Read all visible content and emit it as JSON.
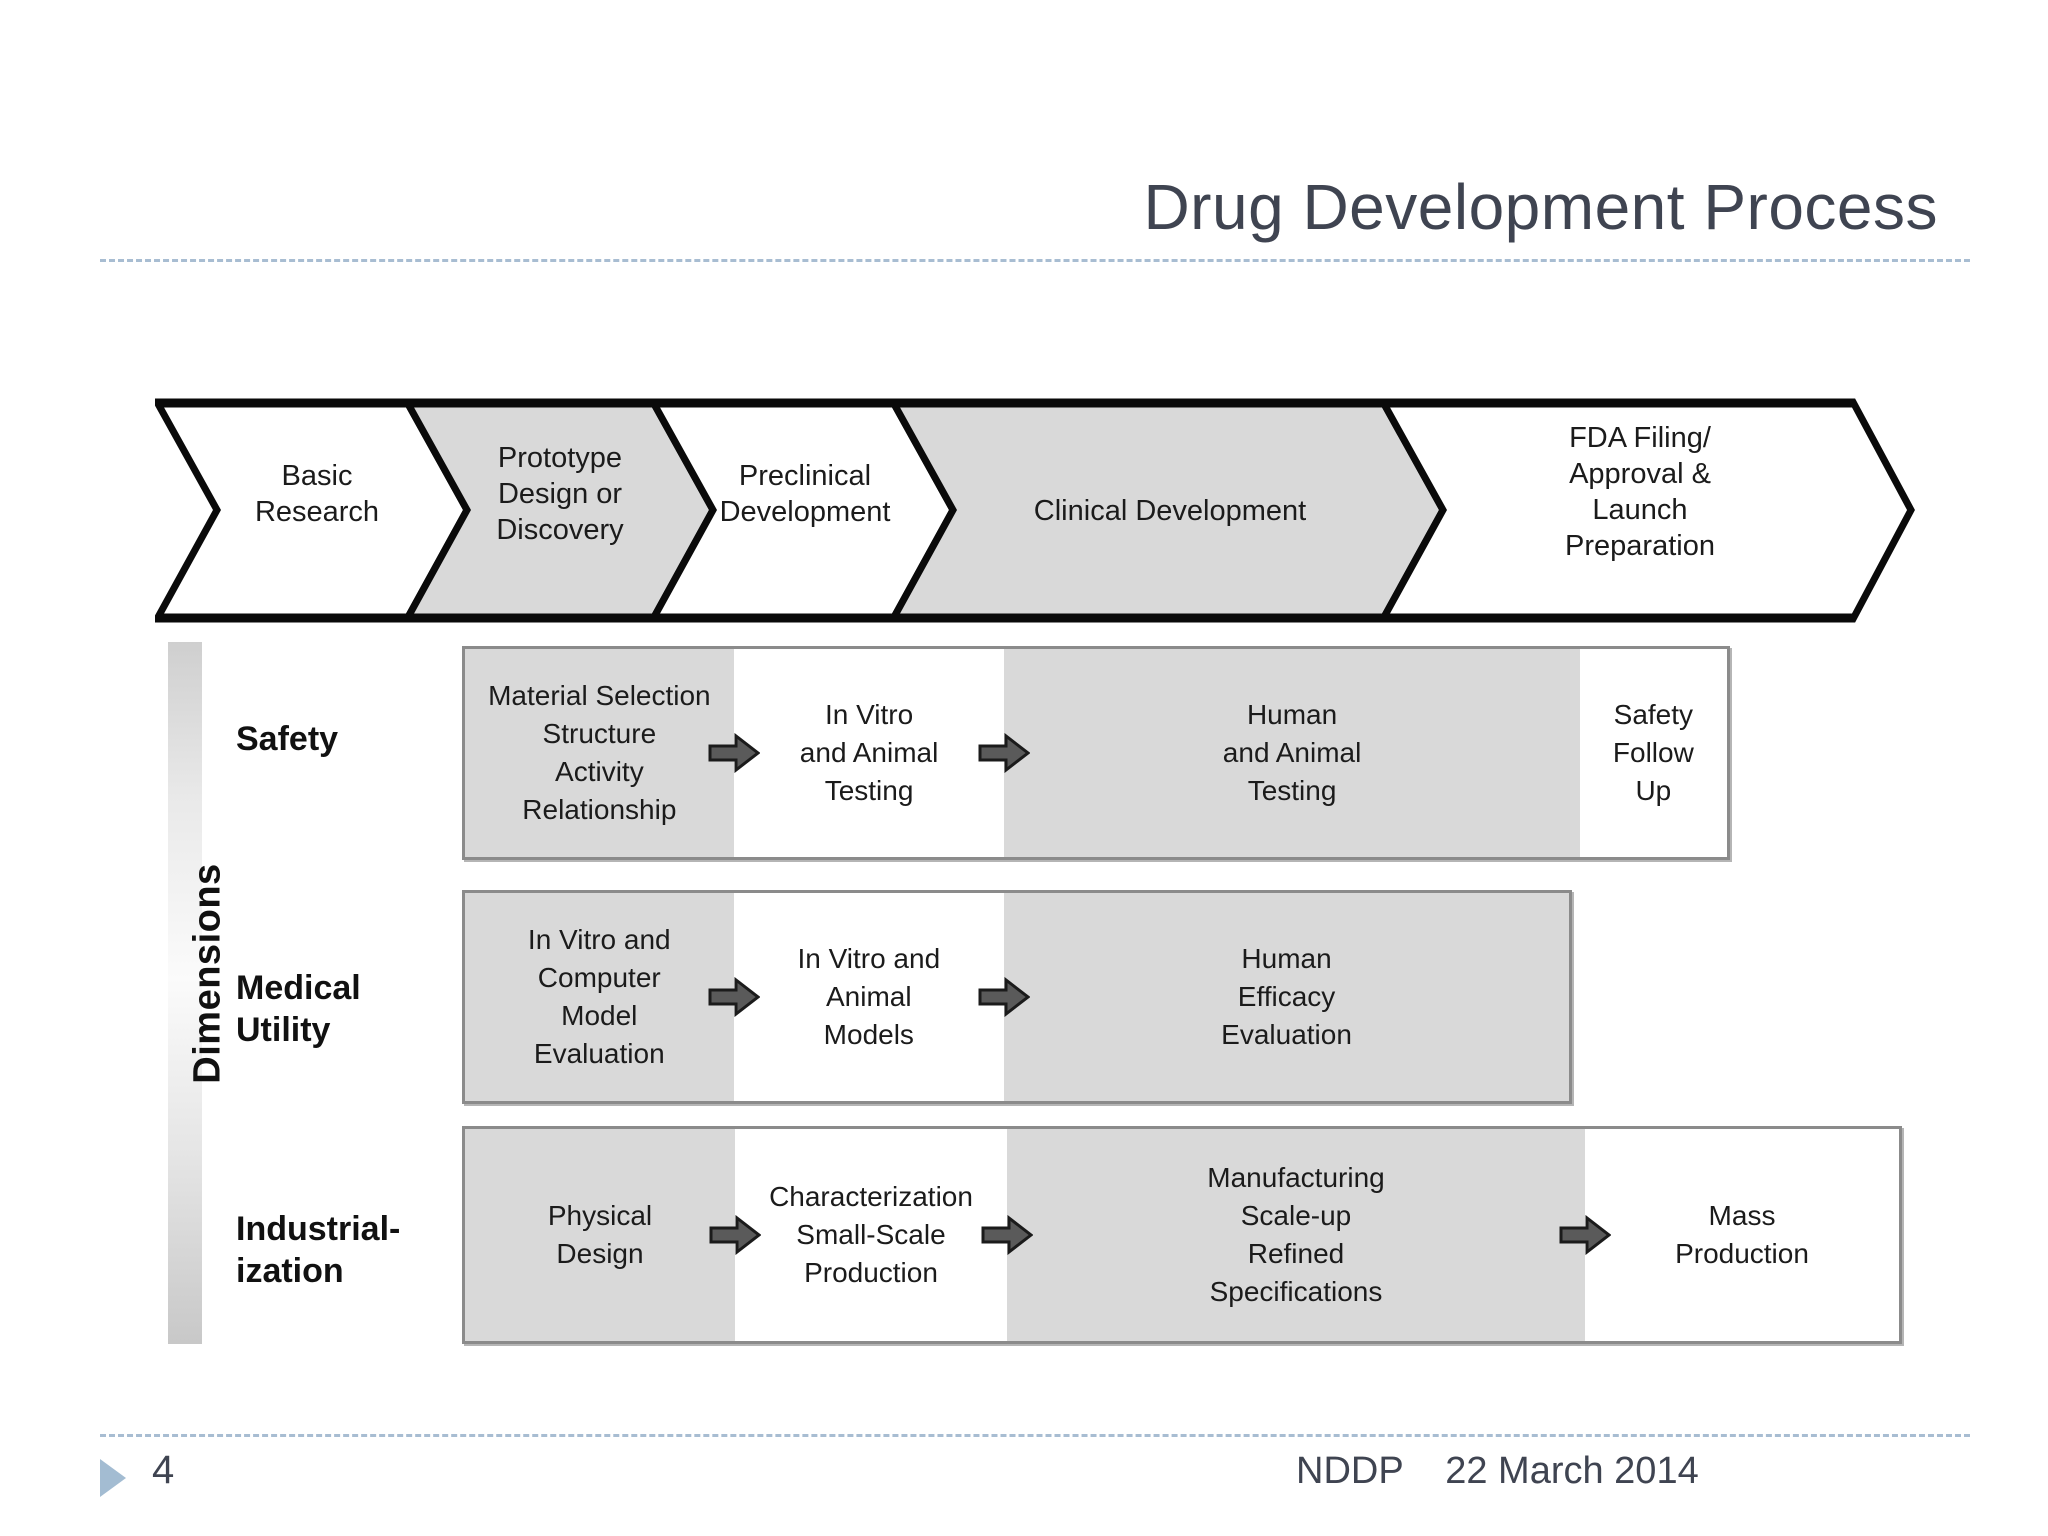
{
  "title": "Drug Development Process",
  "dimensions_axis_label": "Dimensions",
  "phases": [
    {
      "label": "Basic\nResearch",
      "fill": "white"
    },
    {
      "label": "Prototype\nDesign or\nDiscovery",
      "fill": "gray"
    },
    {
      "label": "Preclinical\nDevelopment",
      "fill": "white"
    },
    {
      "label": "Clinical Development",
      "fill": "gray"
    },
    {
      "label": "FDA Filing/\nApproval &\nLaunch\nPreparation",
      "fill": "white"
    }
  ],
  "rows": [
    {
      "label": "Safety",
      "cells": [
        {
          "text": "Material Selection\nStructure\nActivity\nRelationship",
          "fill": "gray"
        },
        {
          "text": "In Vitro\nand Animal\nTesting",
          "fill": "white"
        },
        {
          "text": "Human\nand Animal\nTesting",
          "fill": "gray"
        },
        {
          "text": "Safety\nFollow\nUp",
          "fill": "white"
        }
      ],
      "arrows_after_cell": [
        0,
        1
      ]
    },
    {
      "label": "Medical\nUtility",
      "cells": [
        {
          "text": "In Vitro and\nComputer\nModel\nEvaluation",
          "fill": "gray"
        },
        {
          "text": "In Vitro and\nAnimal\nModels",
          "fill": "white"
        },
        {
          "text": "Human\nEfficacy\nEvaluation",
          "fill": "gray"
        }
      ],
      "arrows_after_cell": [
        0,
        1
      ]
    },
    {
      "label": "Industrial-\nization",
      "cells": [
        {
          "text": "Physical\nDesign",
          "fill": "gray"
        },
        {
          "text": "Characterization\nSmall-Scale\nProduction",
          "fill": "white"
        },
        {
          "text": "Manufacturing\nScale-up\nRefined\nSpecifications",
          "fill": "gray"
        },
        {
          "text": "Mass\nProduction",
          "fill": "white"
        }
      ],
      "arrows_after_cell": [
        0,
        1,
        2
      ]
    }
  ],
  "footer": {
    "slide_number": "4",
    "organization": "NDDP",
    "date": "22 March 2014",
    "right_text": "NDDP    22 March 2014"
  },
  "colors": {
    "title_text": "#3f4451",
    "rule_dashed": "#a8bdd2",
    "chevron_gray_fill": "#d9d9d9",
    "chevron_outline": "#0a0a0a",
    "box_border": "#8b8b8b",
    "cell_gray_fill": "#d9d9d9",
    "arrow_fill": "#5a5a5a",
    "arrow_outline": "#1b1b1b",
    "footer_triangle": "#a3bcd2"
  }
}
